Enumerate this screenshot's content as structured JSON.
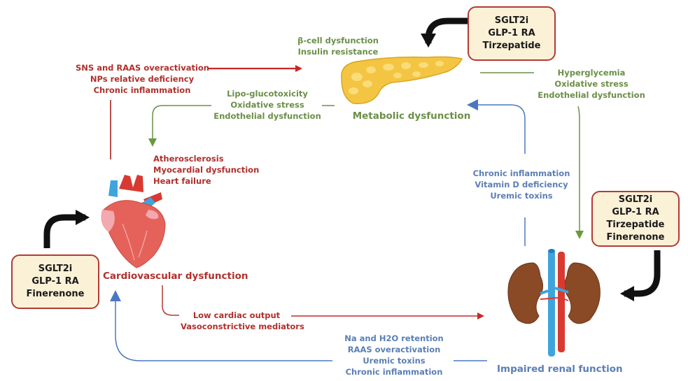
{
  "colors": {
    "cardio": "#b0302c",
    "metabolic": "#6b8f47",
    "renal": "#5b7fb5",
    "drug_box_fill": "#fbf1d7",
    "drug_box_border": "#b33a34",
    "therapy_arrow": "#111111"
  },
  "nodes": {
    "metabolic": {
      "title": "Metabolic dysfunction",
      "icon": "pancreas-icon",
      "features": [
        "β-cell dysfunction",
        "Insulin resistance"
      ]
    },
    "cardiovascular": {
      "title": "Cardiovascular dysfunction",
      "icon": "heart-icon",
      "features": [
        "Atherosclerosis",
        "Myocardial dysfunction",
        "Heart failure"
      ]
    },
    "renal": {
      "title": "Impaired renal function",
      "icon": "kidneys-icon"
    }
  },
  "links": {
    "cardio_to_metabolic": [
      "SNS and RAAS overactivation",
      "NPs relative deficiency",
      "Chronic inflammation"
    ],
    "metabolic_to_cardio": [
      "Lipo-glucotoxicity",
      "Oxidative stress",
      "Endothelial dysfunction"
    ],
    "metabolic_to_renal": [
      "Hyperglycemia",
      "Oxidative stress",
      "Endothelial dysfunction"
    ],
    "renal_to_metabolic": [
      "Chronic inflammation",
      "Vitamin D deficiency",
      "Uremic toxins"
    ],
    "cardio_to_renal": [
      "Low cardiac output",
      "Vasoconstrictive mediators"
    ],
    "renal_to_cardio": [
      "Na and H2O retention",
      "RAAS overactivation",
      "Uremic toxins",
      "Chronic inflammation"
    ]
  },
  "therapies": {
    "metabolic": [
      "SGLT2i",
      "GLP-1 RA",
      "Tirzepatide"
    ],
    "cardiovascular": [
      "SGLT2i",
      "GLP-1 RA",
      "Finerenone"
    ],
    "renal": [
      "SGLT2i",
      "GLP-1 RA",
      "Tirzepatide",
      "Finerenone"
    ]
  }
}
